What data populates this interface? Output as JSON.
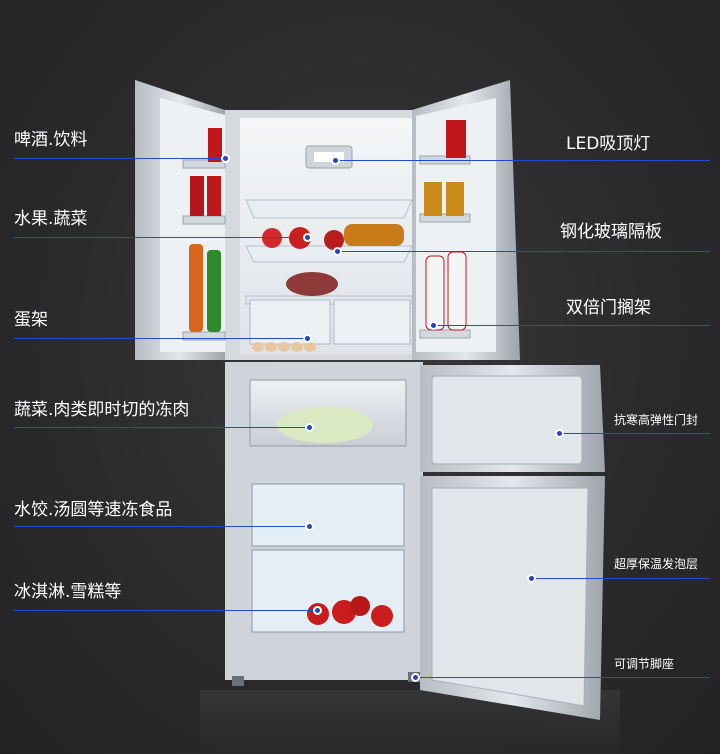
{
  "callouts_left": [
    {
      "id": "beer",
      "label": "啤酒.饮料"
    },
    {
      "id": "fruit",
      "label": "水果.蔬菜"
    },
    {
      "id": "egg",
      "label": "蛋架"
    },
    {
      "id": "veg-meat",
      "label": "蔬菜.肉类即时切的冻肉"
    },
    {
      "id": "dumpling",
      "label": "水饺.汤圆等速冻食品"
    },
    {
      "id": "icecream",
      "label": "冰淇淋.雪糕等"
    }
  ],
  "callouts_right": [
    {
      "id": "led",
      "label": "LED吸顶灯"
    },
    {
      "id": "glass",
      "label": "钢化玻璃隔板"
    },
    {
      "id": "door-rack",
      "label": "双倍门搁架"
    },
    {
      "id": "seal",
      "label": "抗寒高弹性门封"
    },
    {
      "id": "foam",
      "label": "超厚保温发泡层"
    },
    {
      "id": "feet",
      "label": "可调节脚座"
    }
  ],
  "colors": {
    "line": "#1f4bd6",
    "dot": "#1e46c8",
    "background": "#2b2b2d",
    "text": "#ffffff"
  }
}
